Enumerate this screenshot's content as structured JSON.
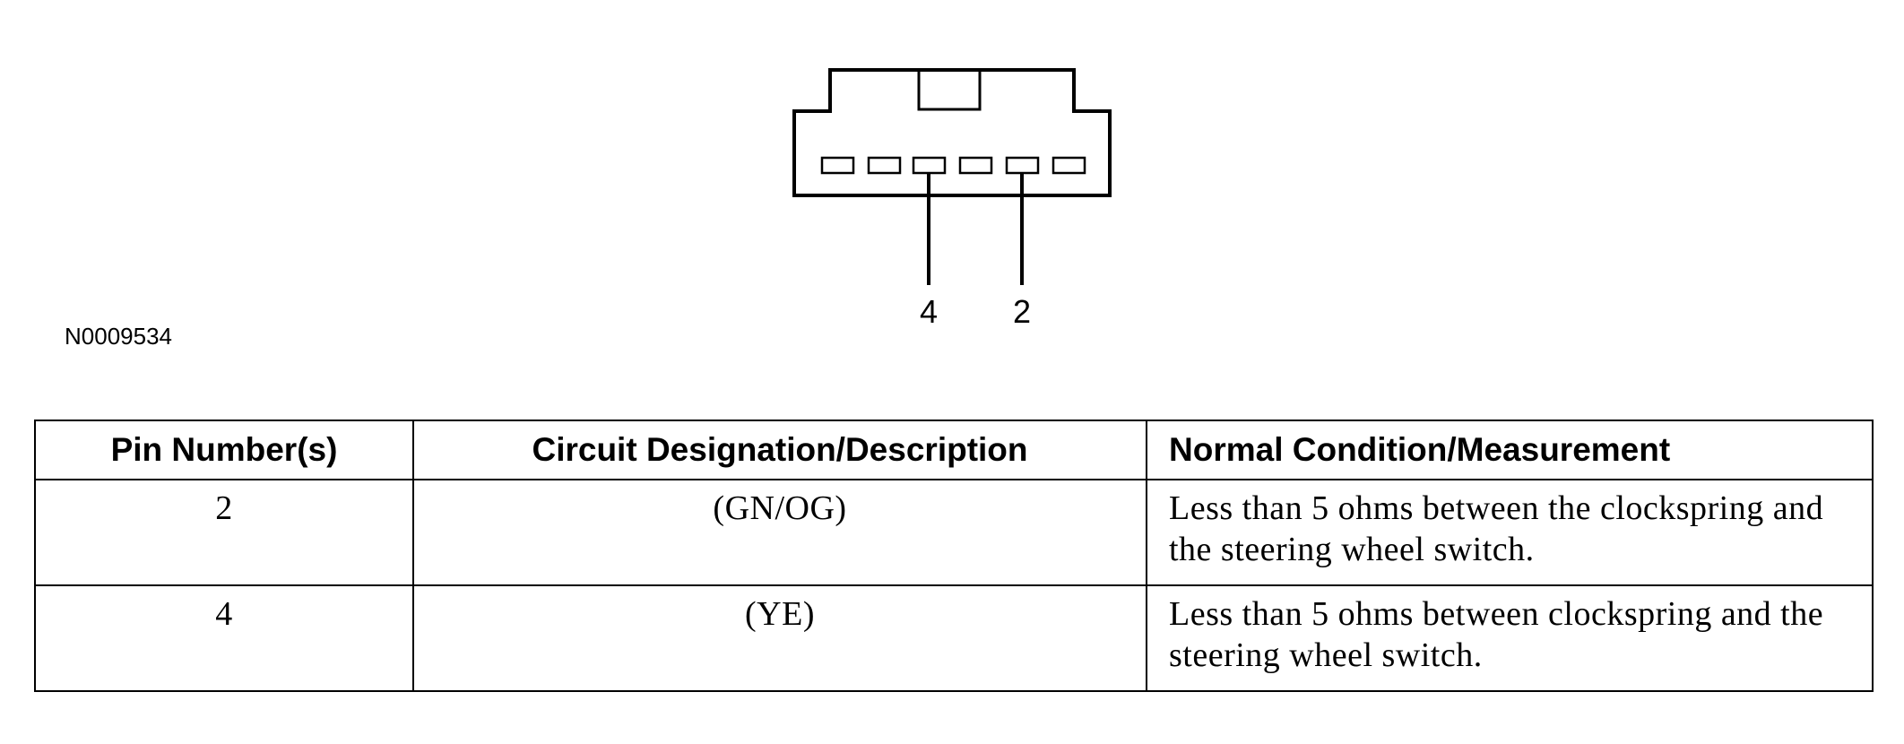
{
  "figure": {
    "id": "N0009534",
    "pin_callouts": [
      "4",
      "2"
    ]
  },
  "table": {
    "headers": [
      "Pin Number(s)",
      "Circuit Designation/Description",
      "Normal Condition/Measurement"
    ],
    "rows": [
      {
        "pin": "2",
        "circuit": "(GN/OG)",
        "condition": "Less than 5 ohms between the clockspring and the steering wheel switch."
      },
      {
        "pin": "4",
        "circuit": "(YE)",
        "condition": "Less than 5 ohms between clockspring and the steering wheel switch."
      }
    ]
  },
  "colors": {
    "line": "#000000",
    "background": "#ffffff"
  }
}
